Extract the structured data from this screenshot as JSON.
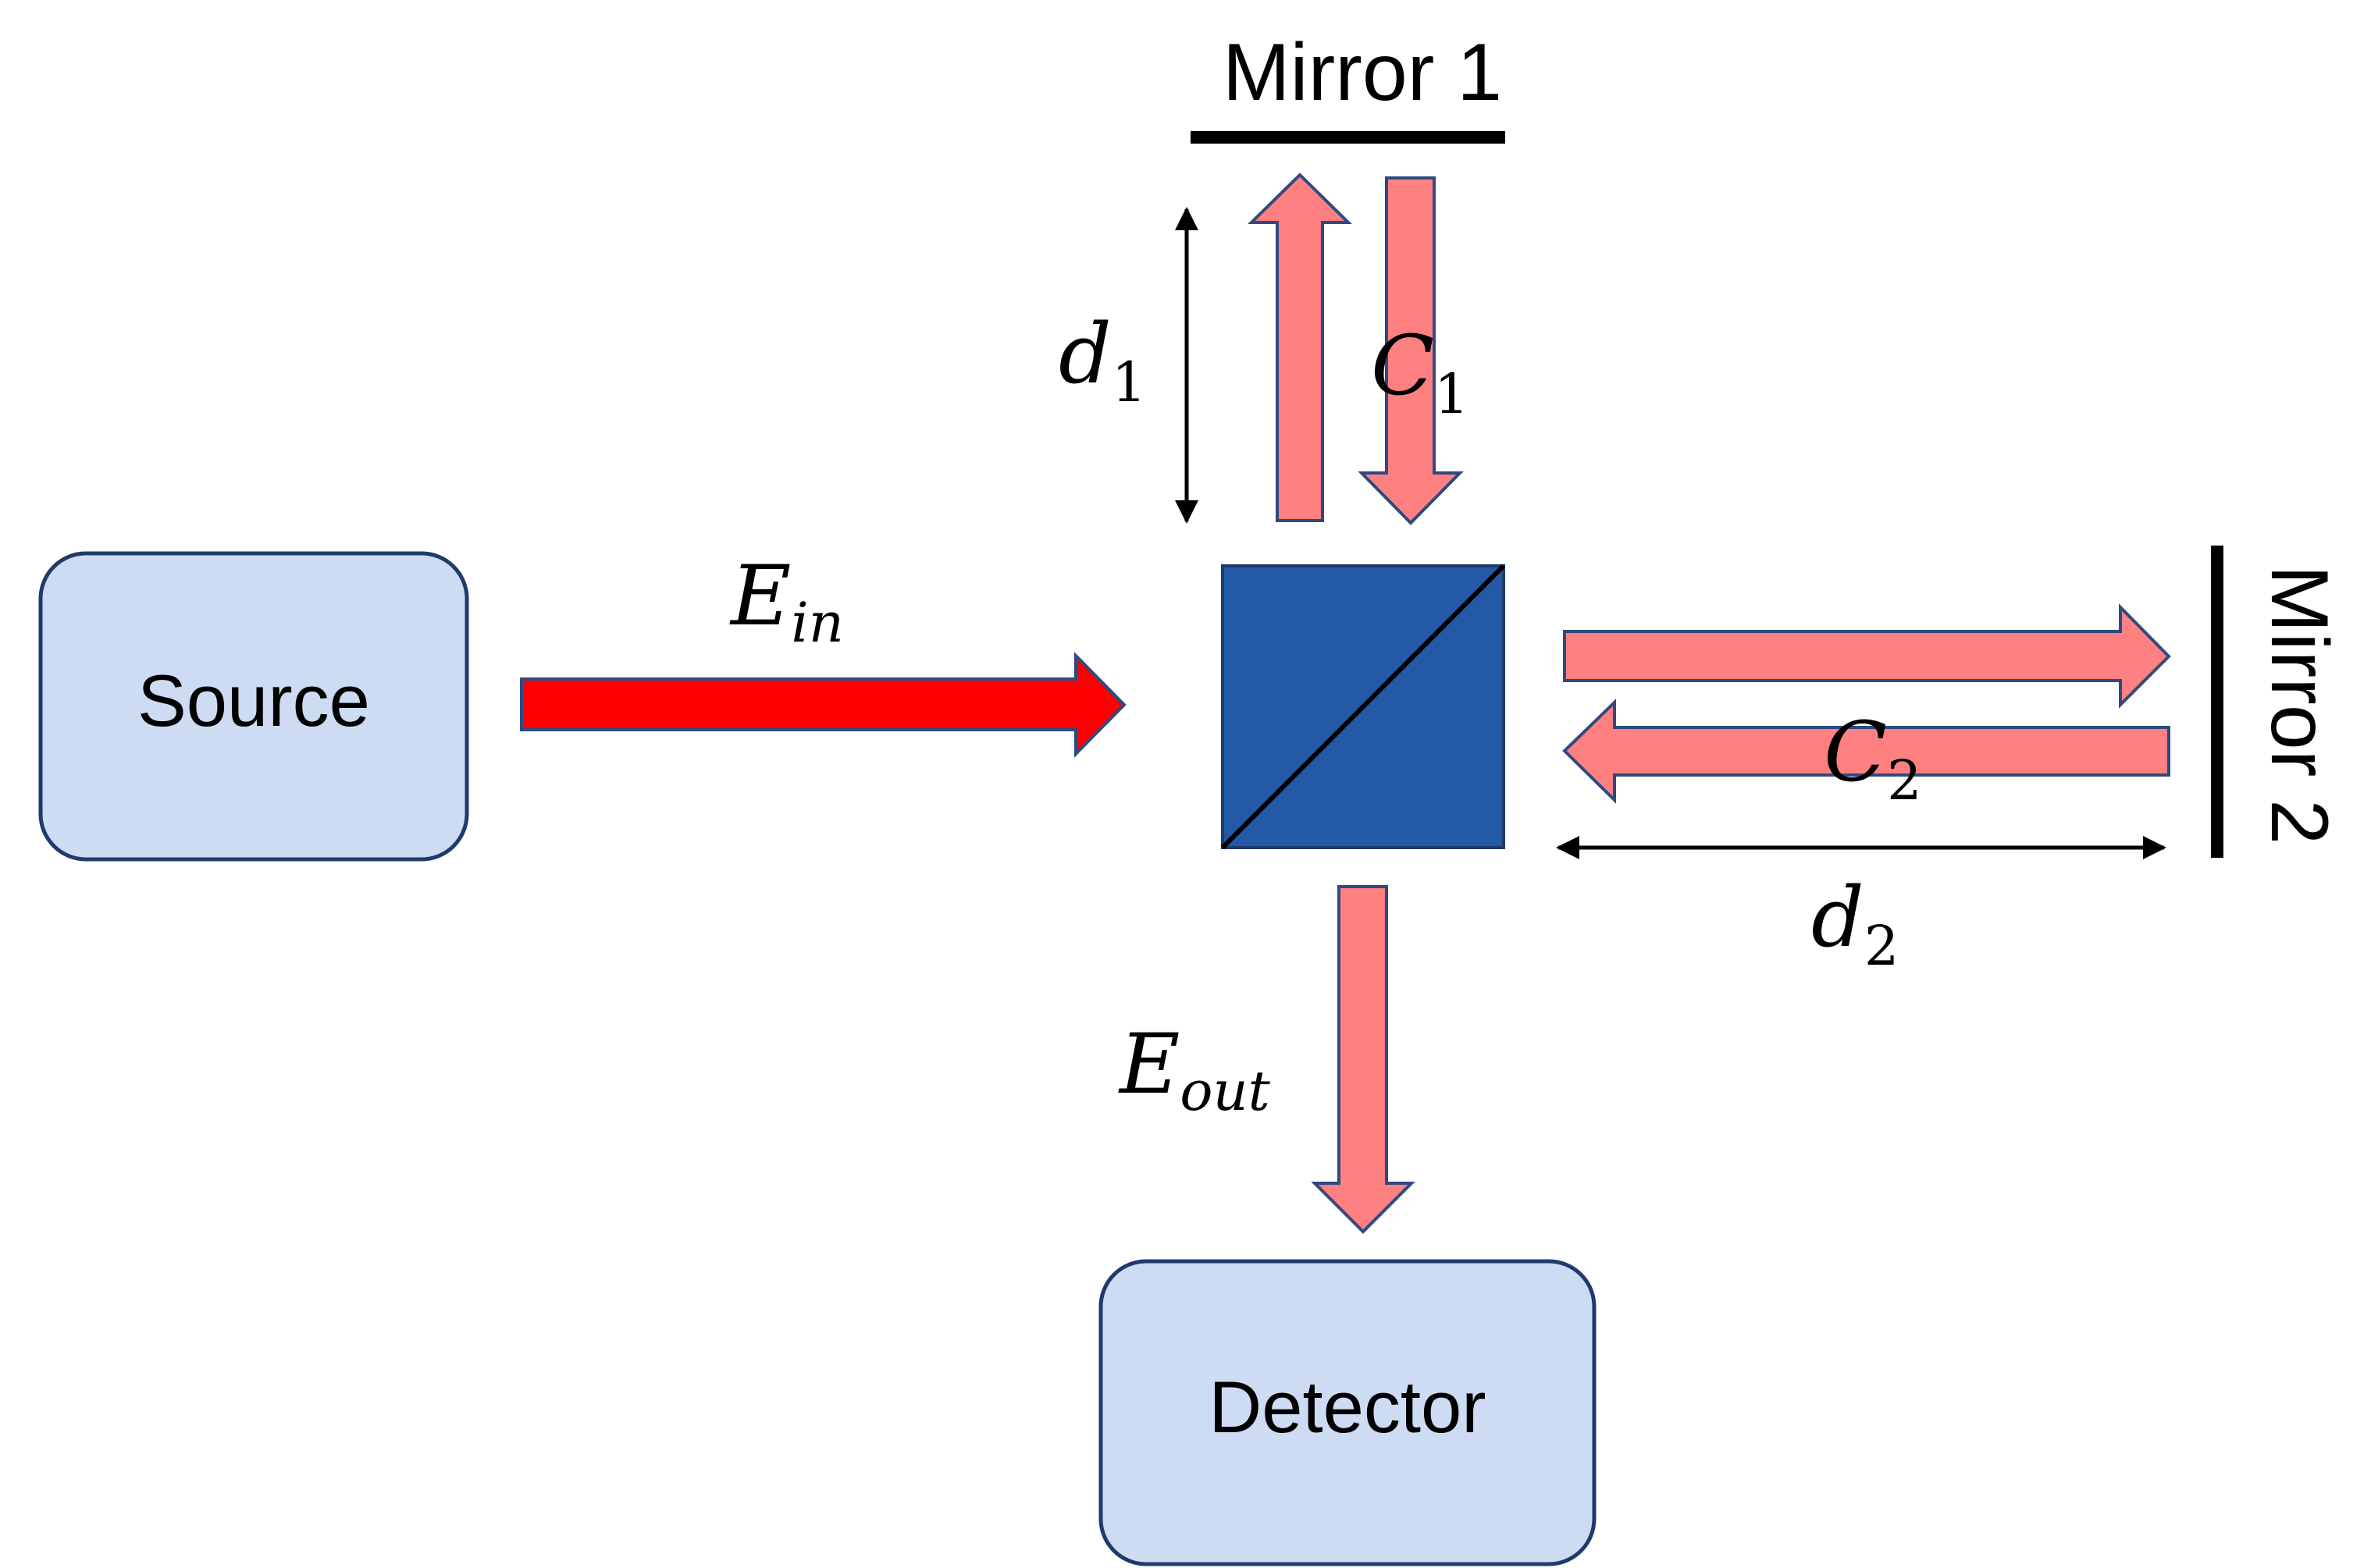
{
  "boxes": {
    "source": "Source",
    "detector": "Detector"
  },
  "mirrors": {
    "mirror1": "Mirror 1",
    "mirror2": "Mirror 2"
  },
  "labels": {
    "e_in": {
      "main": "E",
      "sub": "in"
    },
    "e_out": {
      "main": "E",
      "sub": "out"
    },
    "c1": {
      "main": "C",
      "sub": "1"
    },
    "c2": {
      "main": "C",
      "sub": "2"
    },
    "d1": {
      "main": "d",
      "sub": "1"
    },
    "d2": {
      "main": "d",
      "sub": "2"
    }
  },
  "colors": {
    "box_fill": "#cddcf3",
    "box_stroke": "#1f3a6b",
    "input_beam": "#ff0000",
    "beam_fill": "#ff8080",
    "beam_stroke": "#2f4a80",
    "splitter_fill": "#235aa8",
    "splitter_stroke": "#1f3a6b",
    "line": "#000000"
  }
}
